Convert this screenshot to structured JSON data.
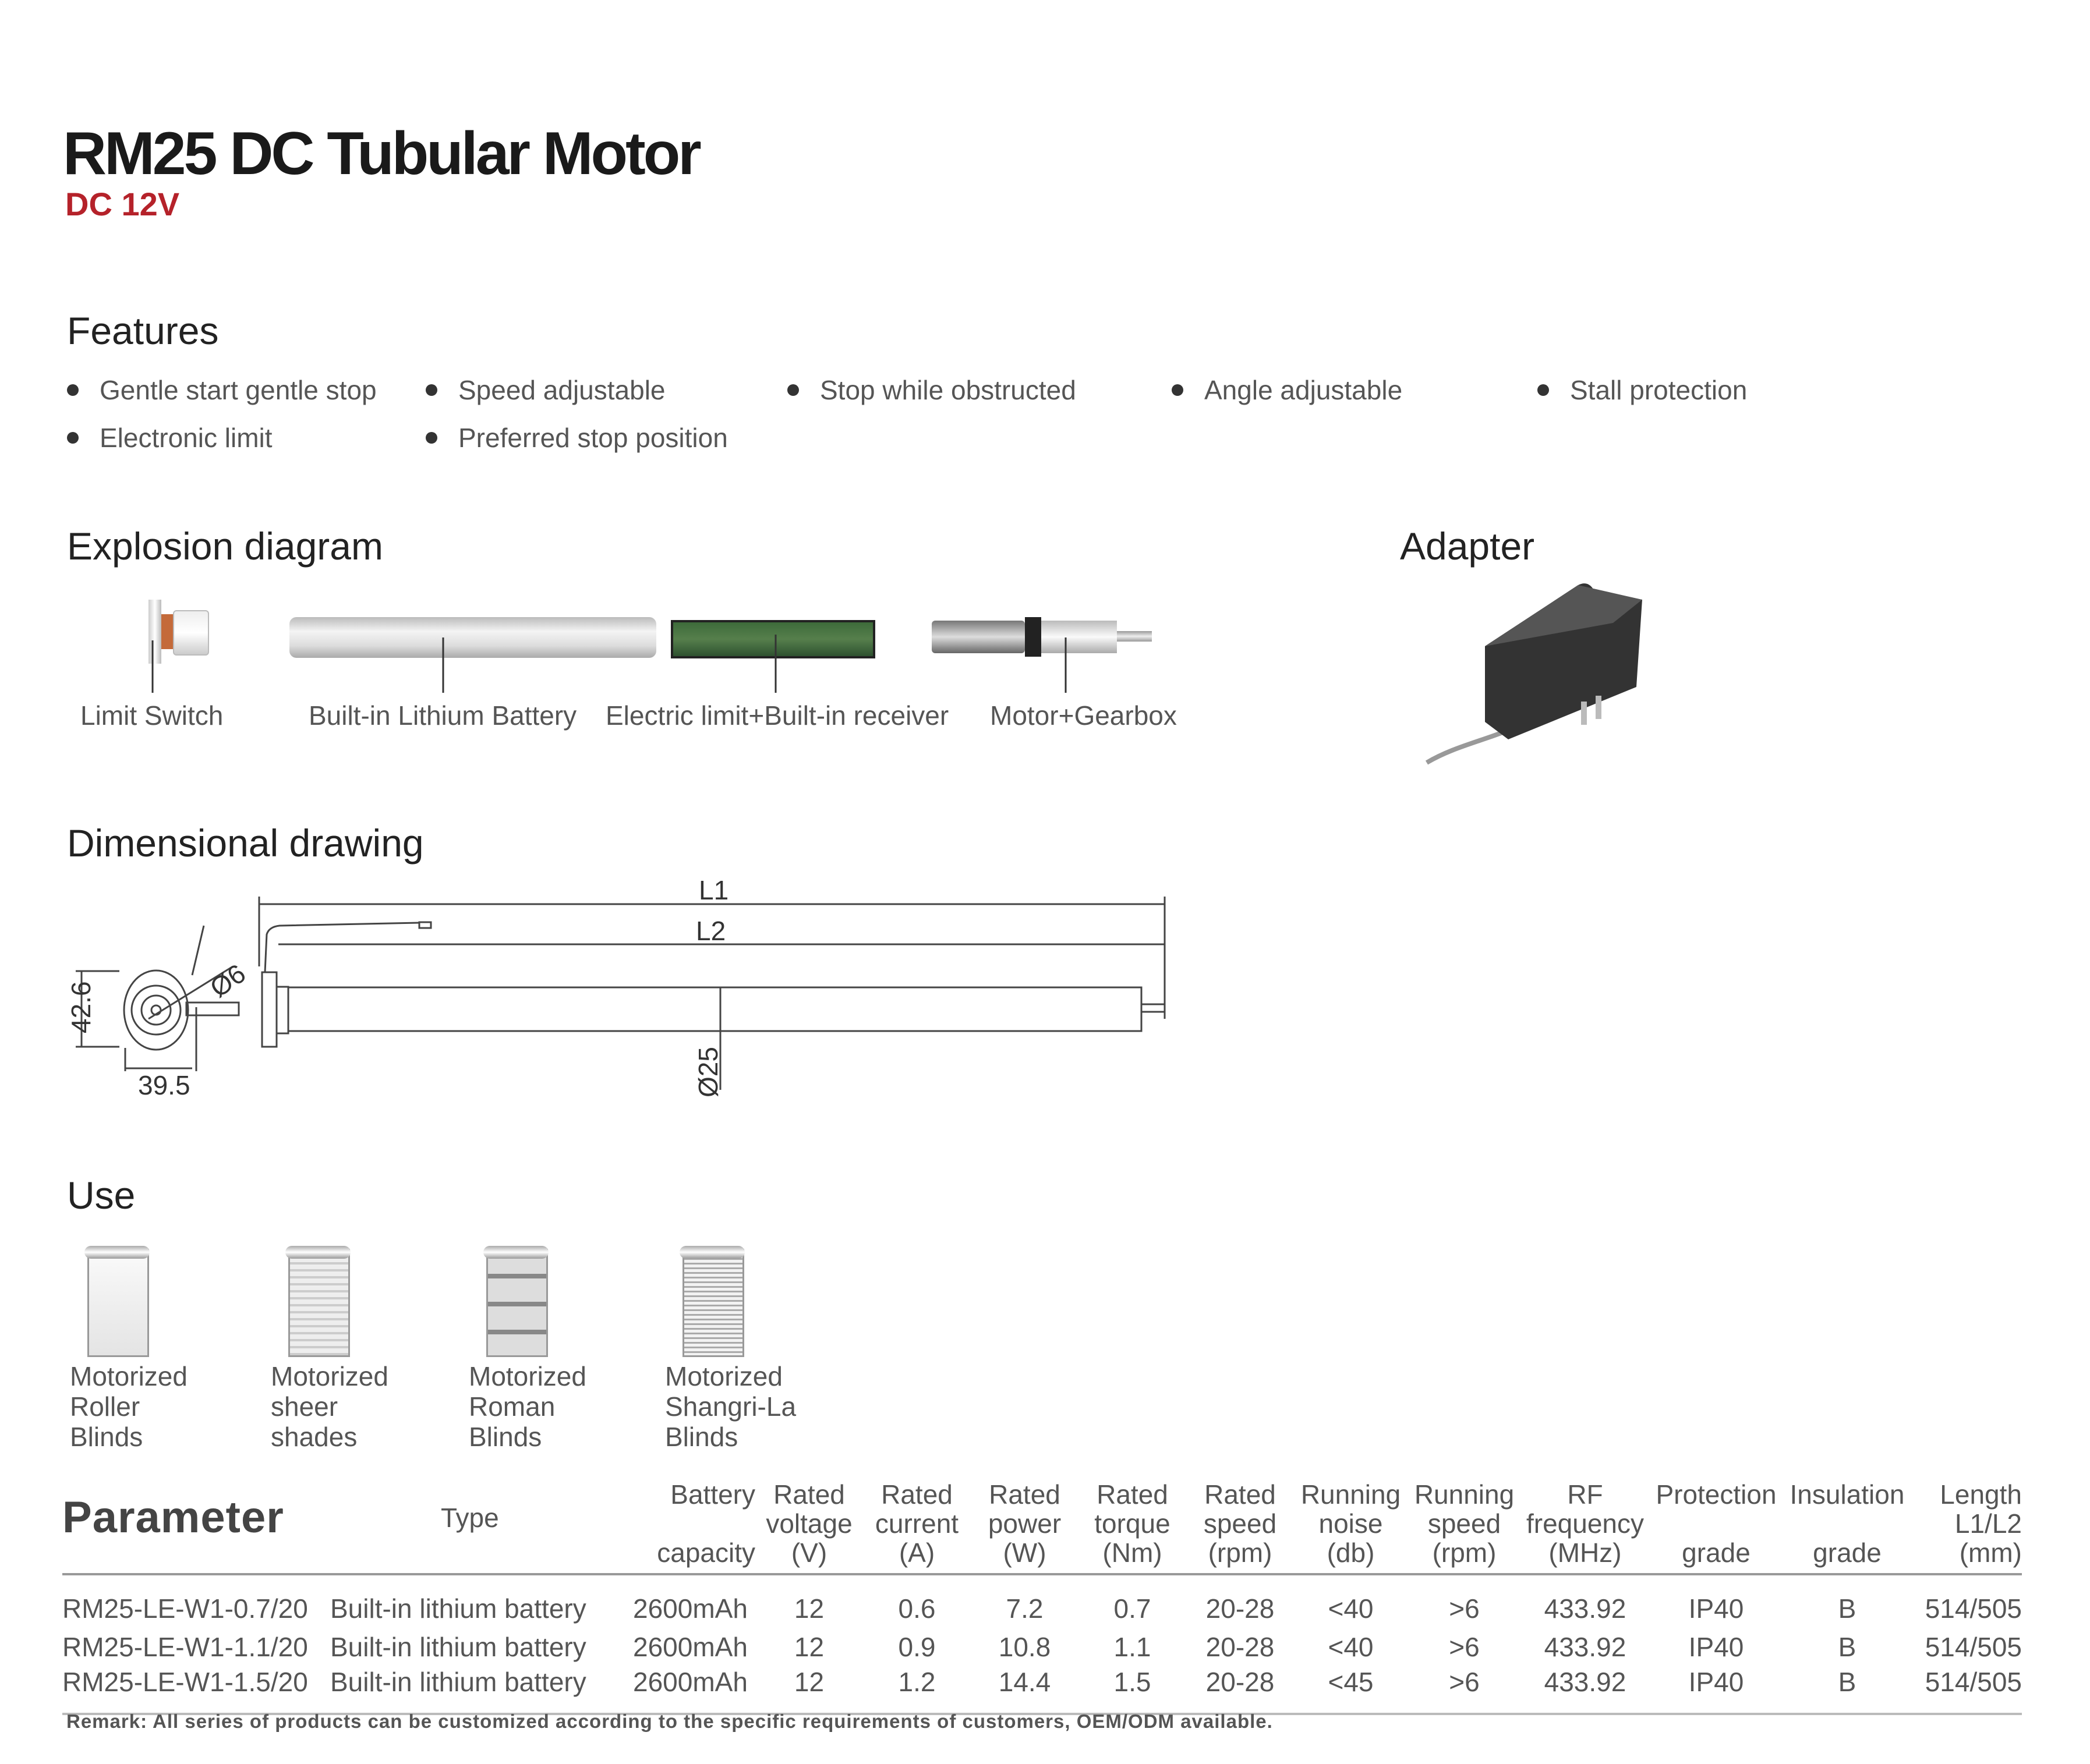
{
  "header": {
    "title": "RM25 DC Tubular Motor",
    "subtitle": "DC 12V"
  },
  "features": {
    "heading": "Features",
    "items": [
      "Gentle start gentle stop",
      "Speed adjustable",
      "Stop while obstructed",
      "Angle adjustable",
      "Stall protection",
      "Electronic limit",
      "Preferred stop position"
    ]
  },
  "explosion": {
    "heading": "Explosion diagram",
    "parts": [
      "Limit Switch",
      "Built-in Lithium Battery",
      "Electric limit+Built-in receiver",
      "Motor+Gearbox"
    ]
  },
  "adapter": {
    "heading": "Adapter"
  },
  "dimensional": {
    "heading": "Dimensional drawing",
    "labels": {
      "l1": "L1",
      "l2": "L2",
      "height": "42.6",
      "width": "39.5",
      "cable_dia": "Ø6",
      "tube_dia": "Ø25"
    }
  },
  "use": {
    "heading": "Use",
    "items": [
      [
        "Motorized",
        "Roller",
        "Blinds"
      ],
      [
        "Motorized",
        "sheer",
        "shades"
      ],
      [
        "Motorized",
        "Roman",
        "Blinds"
      ],
      [
        "Motorized",
        "Shangri-La",
        "Blinds"
      ]
    ]
  },
  "parameter": {
    "heading": "Parameter",
    "columns": [
      [
        "",
        "",
        ""
      ],
      [
        "",
        "Type",
        ""
      ],
      [
        "Battery",
        "",
        "capacity"
      ],
      [
        "Rated",
        "voltage",
        "(V)"
      ],
      [
        "Rated",
        "current",
        "(A)"
      ],
      [
        "Rated",
        "power",
        "(W)"
      ],
      [
        "Rated",
        "torque",
        "(Nm)"
      ],
      [
        "Rated",
        "speed",
        "(rpm)"
      ],
      [
        "Running",
        "noise",
        "(db)"
      ],
      [
        "Running",
        "speed",
        "(rpm)"
      ],
      [
        "RF",
        "frequency",
        "(MHz)"
      ],
      [
        "Protection",
        "",
        "grade"
      ],
      [
        "Insulation",
        "",
        "grade"
      ],
      [
        "Length",
        "L1/L2",
        "(mm)"
      ]
    ],
    "rows": [
      [
        "RM25-LE-W1-0.7/20",
        "Built-in lithium battery",
        "2600mAh",
        "12",
        "0.6",
        "7.2",
        "0.7",
        "20-28",
        "<40",
        ">6",
        "433.92",
        "IP40",
        "B",
        "514/505"
      ],
      [
        "RM25-LE-W1-1.1/20",
        "Built-in lithium battery",
        "2600mAh",
        "12",
        "0.9",
        "10.8",
        "1.1",
        "20-28",
        "<40",
        ">6",
        "433.92",
        "IP40",
        "B",
        "514/505"
      ],
      [
        "RM25-LE-W1-1.5/20",
        "Built-in lithium battery",
        "2600mAh",
        "12",
        "1.2",
        "14.4",
        "1.5",
        "20-28",
        "<45",
        ">6",
        "433.92",
        "IP40",
        "B",
        "514/505"
      ]
    ],
    "remark": "Remark:  All series of products can be customized according to the specific requirements of customers, OEM/ODM available."
  }
}
